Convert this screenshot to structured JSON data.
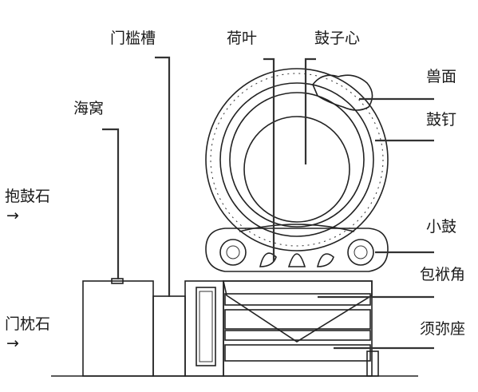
{
  "labels": {
    "men_kan_cao": "门槛槽",
    "he_ye": "荷叶",
    "gu_zi_xin": "鼓子心",
    "hai_wo": "海窝",
    "shou_mian": "兽面",
    "gu_ding": "鼓钉",
    "bao_gu_shi": "抱鼓石",
    "xiao_gu": "小鼓",
    "bao_fu_jiao": "包袱角",
    "men_zhen_shi": "门枕石",
    "xu_mi_zuo": "须弥座"
  },
  "arrow_glyph": "→",
  "colors": {
    "ink": "#222222",
    "label": "#1a1a1a",
    "stone_fill": "#e9e9e9",
    "carving": "#8a8a8a"
  }
}
